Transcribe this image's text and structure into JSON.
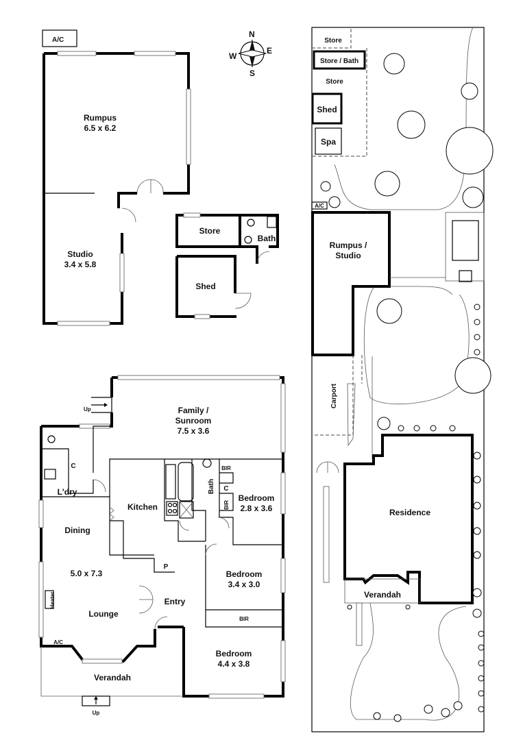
{
  "compass": {
    "n": "N",
    "s": "S",
    "e": "E",
    "w": "W"
  },
  "outbuilding": {
    "ac_tag": "A/C",
    "rumpus": {
      "name": "Rumpus",
      "dims": "6.5 x 6.2"
    },
    "studio": {
      "name": "Studio",
      "dims": "3.4 x 5.8"
    },
    "store": "Store",
    "bath": "Bath",
    "shed": "Shed"
  },
  "house": {
    "family": {
      "name1": "Family /",
      "name2": "Sunroom",
      "dims": "7.5 x 3.6"
    },
    "up_top": "Up",
    "up_bottom": "Up",
    "laundry": "L'dry",
    "c1": "C",
    "c2": "C",
    "bir1": "BIR",
    "bir2": "BIR",
    "bir3": "BIR",
    "kitchen": "Kitchen",
    "bath": "Bath",
    "bed1": {
      "name": "Bedroom",
      "dims": "2.8 x 3.6"
    },
    "bed2": {
      "name": "Bedroom",
      "dims": "3.4 x 3.0"
    },
    "bed3": {
      "name": "Bedroom",
      "dims": "4.4 x 3.8"
    },
    "dining": "Dining",
    "lounge_dims": "5.0 x 7.3",
    "lounge": "Lounge",
    "pantry": "P",
    "entry": "Entry",
    "heater": "Heater",
    "ac": "A/C",
    "verandah": "Verandah"
  },
  "site": {
    "store_top": "Store",
    "store_bath": "Store / Bath",
    "store_mid": "Store",
    "shed": "Shed",
    "spa": "Spa",
    "ac": "A/C",
    "rumpus1": "Rumpus /",
    "rumpus2": "Studio",
    "carport": "Carport",
    "residence": "Residence",
    "verandah": "Verandah"
  }
}
